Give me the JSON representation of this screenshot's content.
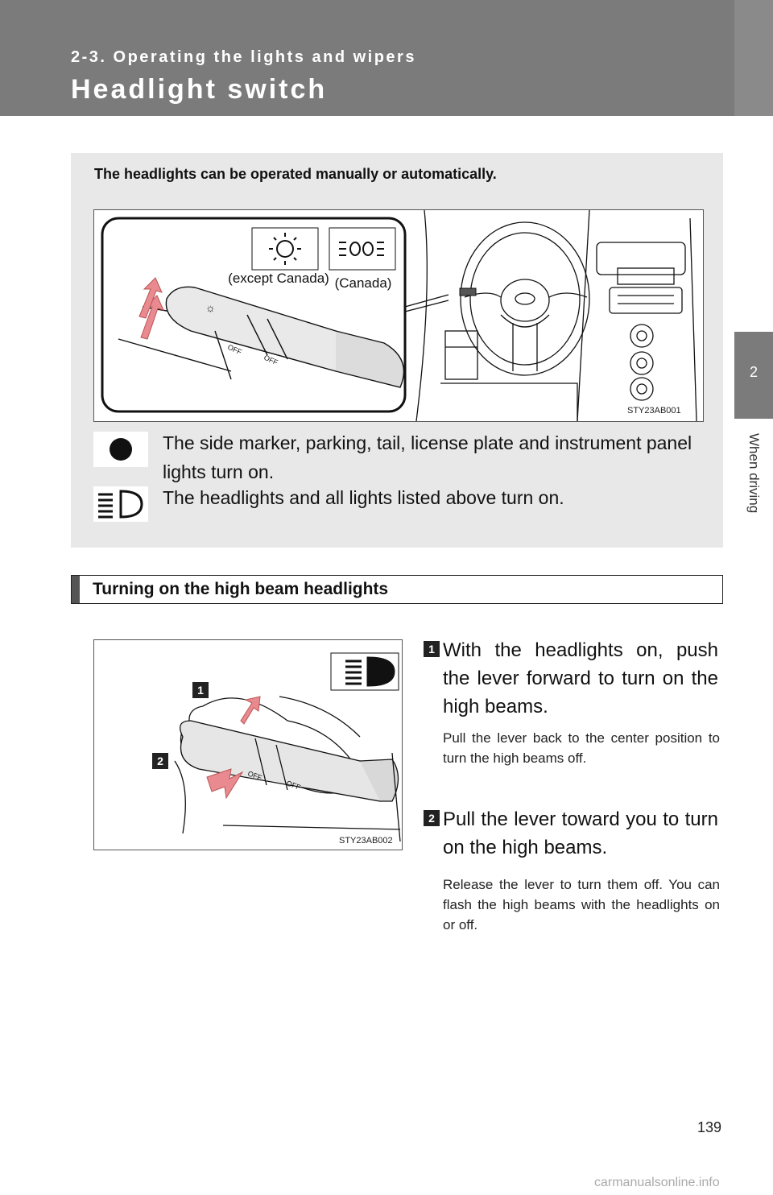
{
  "header": {
    "section": "2-3. Operating the lights and wipers",
    "title": "Headlight switch"
  },
  "side_tab": {
    "chapter_number": "2",
    "chapter_name": "When driving"
  },
  "intro": {
    "text": "The headlights can be operated manually or automatically.",
    "figure": {
      "code": "STY23AB001",
      "label_except_canada": "(except Canada)",
      "label_canada": "(Canada)",
      "off_label": "OFF"
    },
    "legend": [
      {
        "icon": "parking-lights-icon",
        "text": "The side marker, parking, tail, license plate and instrument panel lights turn on."
      },
      {
        "icon": "headlights-icon",
        "text": "The headlights and all lights listed above turn on."
      }
    ]
  },
  "high_beam": {
    "heading": "Turning on the high beam headlights",
    "figure": {
      "code": "STY23AB002",
      "marker_1": "1",
      "marker_2": "2"
    },
    "steps": [
      {
        "number": "1",
        "text": "With the headlights on, push the lever forward to turn on the high beams.",
        "note": "Pull the lever back to the center position to turn the high beams off."
      },
      {
        "number": "2",
        "text": "Pull the lever toward you to turn on the high beams.",
        "note": "Release the lever to turn them off. You can flash the high beams with the headlights on or off."
      }
    ]
  },
  "footer": {
    "page_number": "139",
    "watermark": "carmanualsonline.info"
  },
  "colors": {
    "header_bg": "#7b7b7b",
    "box_bg": "#e8e8e8",
    "arrow": "#e88a8f"
  }
}
